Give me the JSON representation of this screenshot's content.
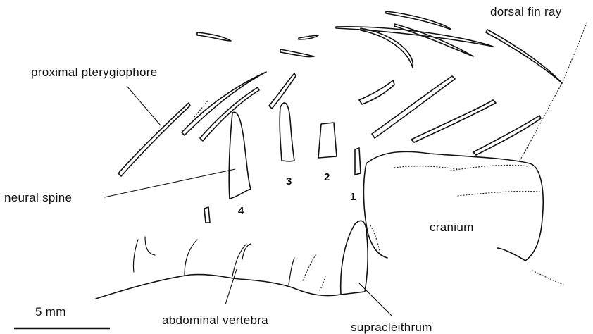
{
  "labels": {
    "dorsal_fin_ray": "dorsal fin ray",
    "proximal_pterygiophore": "proximal pterygiophore",
    "neural_spine": "neural spine",
    "cranium": "cranium",
    "abdominal_vertebra": "abdominal vertebra",
    "supracleithrum": "supracleithrum",
    "scale_bar": "5 mm"
  },
  "spine_numbers": [
    "1",
    "2",
    "3",
    "4"
  ]
}
